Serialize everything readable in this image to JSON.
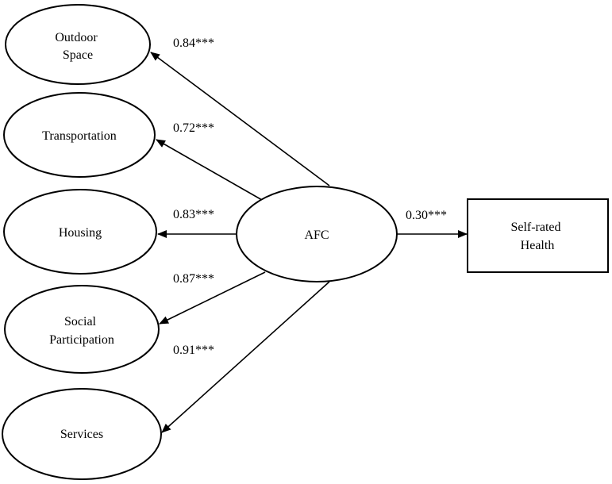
{
  "diagram": {
    "central": {
      "label": "AFC"
    },
    "outcome": {
      "label_lines": [
        "Self-rated",
        "Health"
      ]
    },
    "factors": [
      {
        "label_lines": [
          "Outdoor",
          "Space"
        ],
        "coefficient": "0.84***"
      },
      {
        "label_lines": [
          "Transportation"
        ],
        "coefficient": "0.72***"
      },
      {
        "label_lines": [
          "Housing"
        ],
        "coefficient": "0.83***"
      },
      {
        "label_lines": [
          "Social",
          "Participation"
        ],
        "coefficient": "0.87***"
      },
      {
        "label_lines": [
          "Services"
        ],
        "coefficient": "0.91***"
      }
    ],
    "outcome_path": {
      "coefficient": "0.30***"
    }
  }
}
